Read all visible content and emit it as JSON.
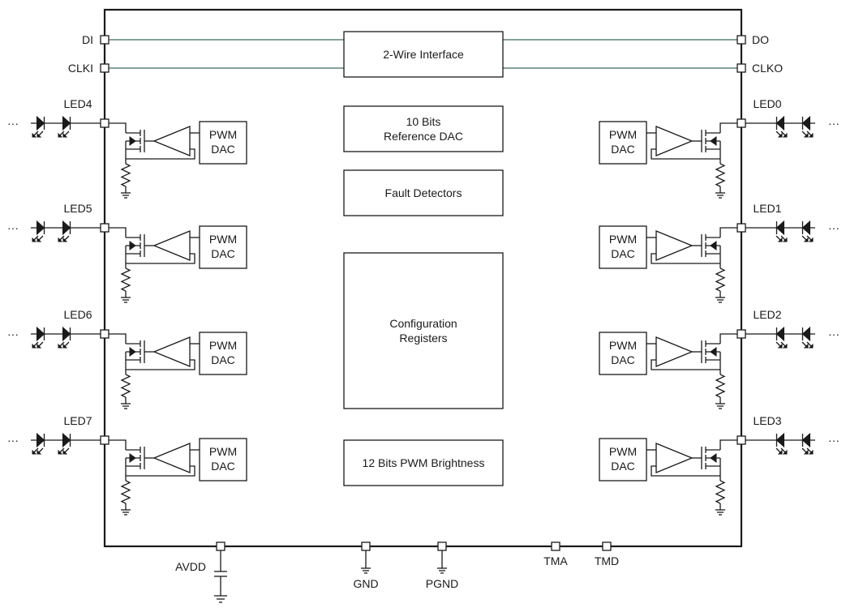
{
  "diagram": {
    "top_pins": {
      "left": [
        {
          "label": "DI"
        },
        {
          "label": "CLKI"
        }
      ],
      "right": [
        {
          "label": "DO"
        },
        {
          "label": "CLKO"
        }
      ]
    },
    "center_blocks": [
      {
        "id": "two-wire-interface",
        "lines": [
          "2-Wire Interface"
        ]
      },
      {
        "id": "reference-dac",
        "lines": [
          "10 Bits",
          "Reference DAC"
        ]
      },
      {
        "id": "fault-detectors",
        "lines": [
          "Fault Detectors"
        ]
      },
      {
        "id": "configuration-registers",
        "lines": [
          "Configuration",
          "Registers"
        ]
      },
      {
        "id": "pwm-brightness",
        "lines": [
          "12 Bits PWM Brightness"
        ]
      }
    ],
    "led_channels": {
      "left": [
        {
          "label": "LED4"
        },
        {
          "label": "LED5"
        },
        {
          "label": "LED6"
        },
        {
          "label": "LED7"
        }
      ],
      "right": [
        {
          "label": "LED0"
        },
        {
          "label": "LED1"
        },
        {
          "label": "LED2"
        },
        {
          "label": "LED3"
        }
      ]
    },
    "pwm_dac_label": [
      "PWM",
      "DAC"
    ],
    "ellipsis": "···",
    "bottom_pins": [
      {
        "label": "AVDD",
        "connection": "capacitor-to-ground"
      },
      {
        "label": "GND",
        "connection": "ground"
      },
      {
        "label": "PGND",
        "connection": "ground"
      },
      {
        "label": "TMA",
        "connection": "none"
      },
      {
        "label": "TMD",
        "connection": "none"
      }
    ]
  }
}
